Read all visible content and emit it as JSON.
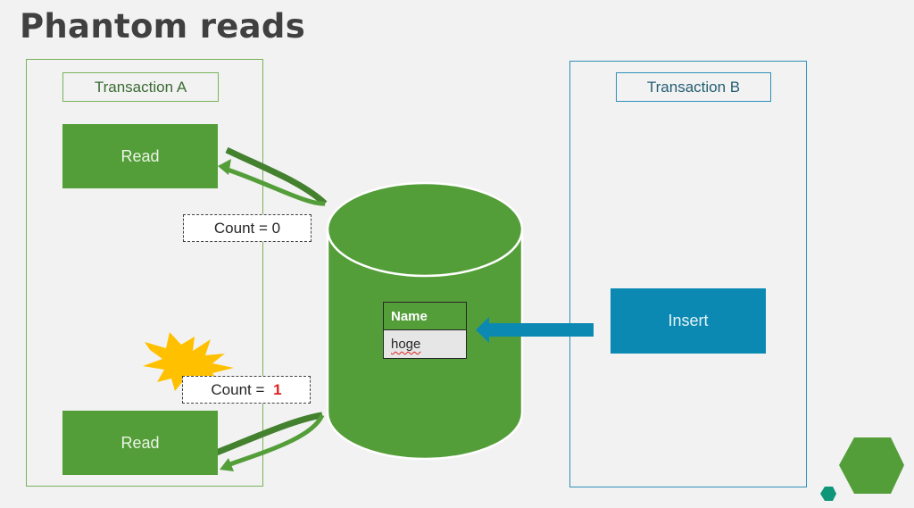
{
  "slide": {
    "title": "Phantom reads"
  },
  "transaction_a": {
    "label": "Transaction A",
    "steps": [
      {
        "label": "Read"
      },
      {
        "label": "Read"
      }
    ]
  },
  "transaction_b": {
    "label": "Transaction B",
    "steps": [
      {
        "label": "Insert"
      }
    ]
  },
  "results": [
    {
      "prefix": "Count = ",
      "value": "0",
      "highlight": false
    },
    {
      "prefix": "Count = ",
      "value": "1",
      "highlight": true
    }
  ],
  "database": {
    "table": {
      "header": "Name",
      "rows": [
        "hoge"
      ]
    }
  },
  "colors": {
    "background": "#f2f2f2",
    "transaction_a_green": "#549e39",
    "transaction_a_dark_green": "#43812e",
    "transaction_b_blue": "#0b89b3",
    "highlight_red": "#e02020",
    "burst_yellow": "#ffc000",
    "decor_teal": "#0f9577"
  }
}
